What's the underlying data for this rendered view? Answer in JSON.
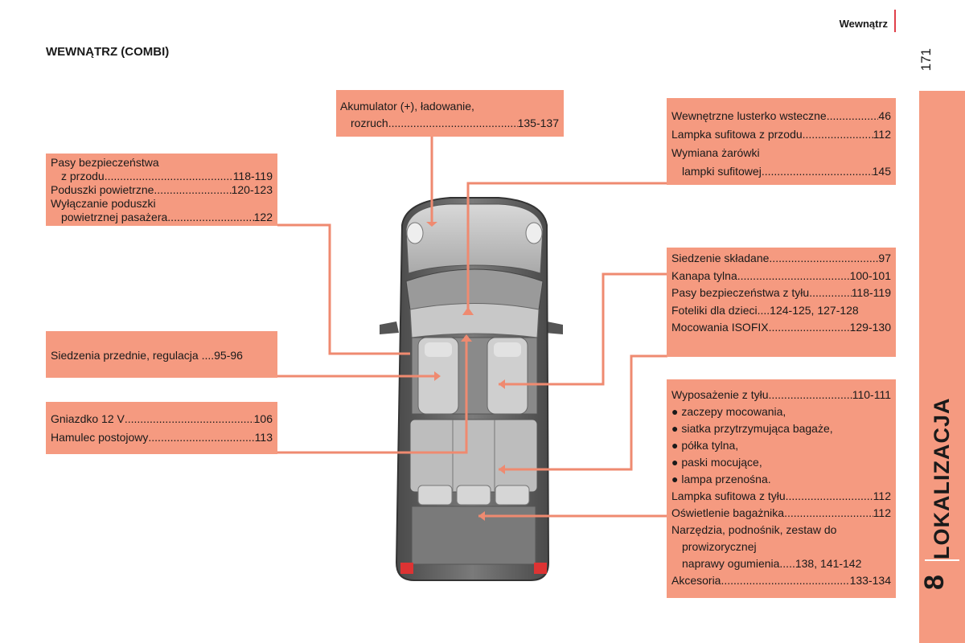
{
  "header": {
    "section": "Wewnątrz",
    "page_number": "171"
  },
  "sidebar_tab": {
    "title": "LOKALIZACJA",
    "chapter": "8"
  },
  "title": "WEWNĄTRZ (COMBI)",
  "boxes": {
    "battery": {
      "rows": [
        {
          "text": "Akumulator (+), ładowanie,",
          "page": ""
        },
        {
          "text": "rozruch",
          "page": "135-137"
        }
      ]
    },
    "belts_front": {
      "rows": [
        {
          "text": "Pasy bezpieczeństwa",
          "page": ""
        },
        {
          "text": "z przodu",
          "page": "118-119"
        },
        {
          "text": "Poduszki powietrzne",
          "page": "120-123"
        },
        {
          "text": "Wyłączanie poduszki",
          "page": ""
        },
        {
          "text": "powietrznej pasażera",
          "page": "122"
        }
      ]
    },
    "front_seats": {
      "rows": [
        {
          "text": "Siedzenia przednie, regulacja ",
          "page": "95-96"
        }
      ]
    },
    "socket": {
      "rows": [
        {
          "text": "Gniazdko 12 V ",
          "page": "106"
        },
        {
          "text": "Hamulec postojowy ",
          "page": "113"
        }
      ]
    },
    "mirror": {
      "rows": [
        {
          "text": "Wewnętrzne lusterko wsteczne ",
          "page": "46"
        },
        {
          "text": "Lampka sufitowa z przodu",
          "page": "112"
        },
        {
          "text": "Wymiana żarówki",
          "page": ""
        },
        {
          "text": "lampki sufitowej ",
          "page": "145"
        }
      ]
    },
    "rear_seats": {
      "rows": [
        {
          "text": "Siedzenie składane ",
          "page": "97"
        },
        {
          "text": "Kanapa tylna",
          "page": "100-101"
        },
        {
          "text": "Pasy bezpieczeństwa z tyłu",
          "page": "118-119"
        },
        {
          "text": "Foteliki dla dzieci ",
          "page": " 124-125, 127-128"
        },
        {
          "text": "Mocowania ISOFIX",
          "page": "129-130"
        }
      ]
    },
    "rear_equipment": {
      "rows": [
        {
          "text": "Wyposażenie z tyłu",
          "page": " 110-111"
        },
        {
          "text": "● zaczepy mocowania,",
          "page": ""
        },
        {
          "text": "● siatka przytrzymująca bagaże,",
          "page": ""
        },
        {
          "text": "● półka tylna,",
          "page": ""
        },
        {
          "text": "● paski mocujące,",
          "page": ""
        },
        {
          "text": "● lampa przenośna.",
          "page": ""
        },
        {
          "text": "Lampka sufitowa z tyłu ",
          "page": "112"
        },
        {
          "text": "Oświetlenie bagażnika",
          "page": "112"
        },
        {
          "text": "Narzędzia, podnośnik, zestaw do",
          "page": ""
        },
        {
          "text": "prowizorycznej",
          "page": ""
        },
        {
          "text": "naprawy ogumienia ",
          "page": "138, 141-142"
        },
        {
          "text": "Akcesoria",
          "page": "133-134"
        }
      ]
    }
  },
  "colors": {
    "box": "#f59a80",
    "leader": "#ef8a70",
    "rule": "#e0404a"
  }
}
